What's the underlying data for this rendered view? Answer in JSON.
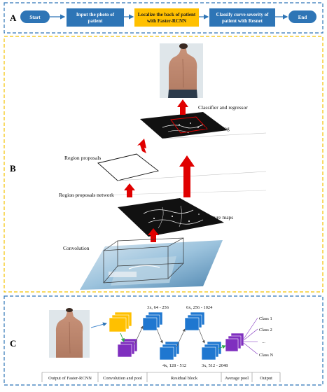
{
  "panel_a": {
    "label": "A",
    "steps": [
      {
        "text": "Start",
        "color": "#2e75b6",
        "text_color": "#ffffff"
      },
      {
        "text": "Input the photo of patient",
        "color": "#2e75b6",
        "text_color": "#ffffff"
      },
      {
        "text": "Localize the back of patient with Faster-RCNN",
        "color": "#ffc000",
        "text_color": "#1a1a1a"
      },
      {
        "text": "Classify curve severity of patient with Resnet",
        "color": "#2e75b6",
        "text_color": "#ffffff"
      },
      {
        "text": "End",
        "color": "#2e75b6",
        "text_color": "#ffffff"
      }
    ]
  },
  "panel_b": {
    "label": "B",
    "classifier_label": "Classifier and regressor",
    "roi_label": "ROI pooling",
    "region_proposals_label": "Region proposals",
    "rpn_label": "Region proposals network",
    "feature_maps_label": "Feature maps",
    "convolution_label": "Convolution"
  },
  "panel_c": {
    "label": "C",
    "block1_label": "3x, 64 - 256",
    "block2_label": "4x, 128 - 512",
    "block3_label": "6x, 256 - 1024",
    "block4_label": "3x, 512 - 2048",
    "classes": [
      "Class 1",
      "Class 2",
      "...",
      "Class N"
    ],
    "footer": [
      "Output of Faster-RCNN",
      "Convolution and pool",
      "Residual block",
      "Average pool",
      "Output"
    ]
  },
  "colors": {
    "dash_border": "#2e75b6",
    "panel_b_border": "#f2c200",
    "arrow_red": "#e00000",
    "block_blue": "#1f77d0",
    "block_yellow": "#ffc000",
    "block_purple": "#7f2fbf"
  }
}
